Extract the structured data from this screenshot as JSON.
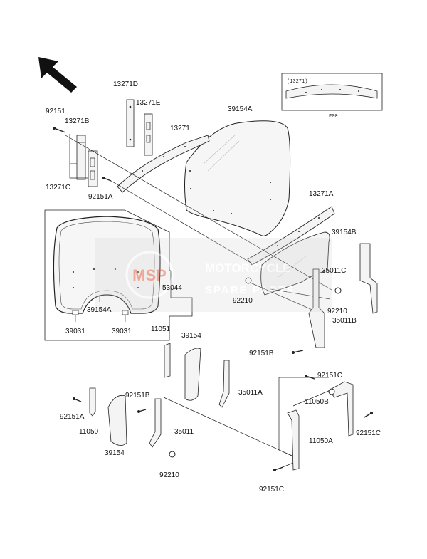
{
  "labels": {
    "l13271D": "13271D",
    "l13271E": "13271E",
    "l92151_top": "92151",
    "l13271B": "13271B",
    "l13271": "13271",
    "l39154A_top": "39154A",
    "l13271C": "13271C",
    "l92151A_top": "92151A",
    "l13271A": "13271A",
    "l39154B": "39154B",
    "l53044": "53044",
    "l39154A_inset": "39154A",
    "l39031_left": "39031",
    "l39031_right": "39031",
    "l35011C": "35011C",
    "l92210_mid": "92210",
    "l92210_right": "92210",
    "l35011B": "35011B",
    "l11051": "11051",
    "l39154_mid": "39154",
    "l92151B_right": "92151B",
    "l92151C_a": "92151C",
    "l35011A": "35011A",
    "l11050B": "11050B",
    "l92151A_low": "92151A",
    "l11050": "11050",
    "l92151B_low": "92151B",
    "l35011": "35011",
    "l39154_low": "39154",
    "l92210_low": "92210",
    "l11050A": "11050A",
    "l92151C_b": "92151C",
    "l92151C_c": "92151C"
  },
  "inset_top": {
    "part": "(13271)",
    "note": "F00"
  },
  "watermark": {
    "line1": "MOTORCYCLE",
    "line2": "SPARE PARTS",
    "logo": "MSP",
    "colors": {
      "accent": "#e8684a",
      "gray": "#c8c8c8"
    }
  },
  "colors": {
    "line": "#222222",
    "part_fill": "#f4f4f4"
  }
}
